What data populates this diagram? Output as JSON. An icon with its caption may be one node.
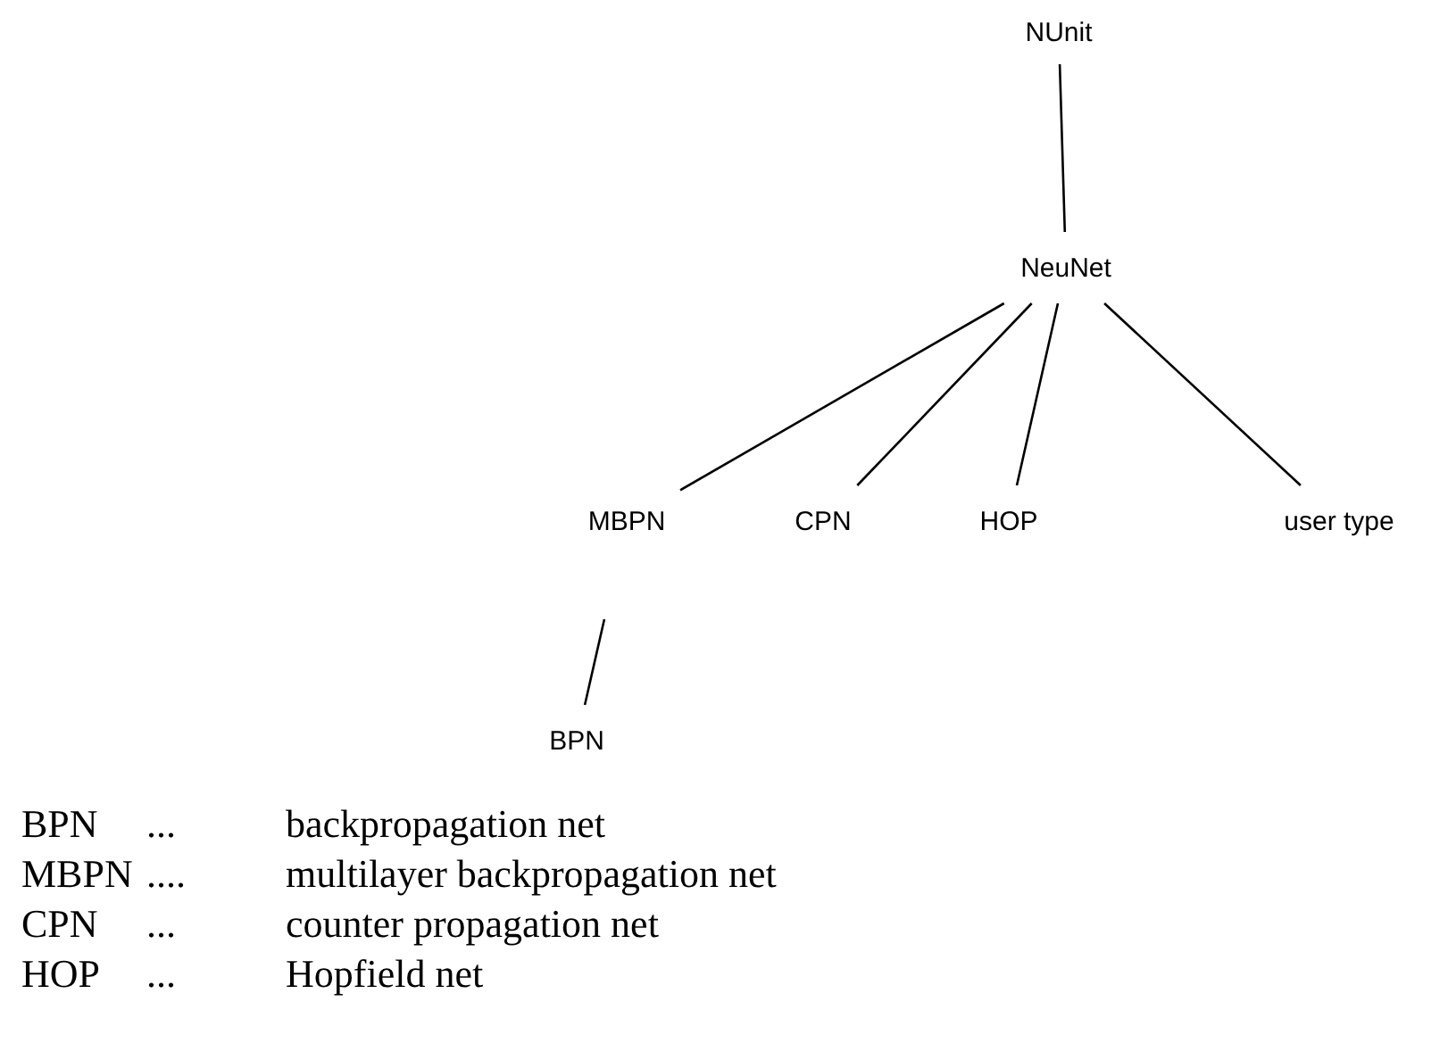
{
  "diagram": {
    "nodes": [
      {
        "text": [
          "NUnit"
        ]
      },
      {
        "text": [
          "NeuNet"
        ]
      },
      {
        "text": [
          "MBPN"
        ]
      },
      {
        "text": [
          "CPN"
        ]
      },
      {
        "text": [
          "HOP"
        ]
      },
      {
        "text": [
          "user type"
        ]
      },
      {
        "text": [
          "BPN"
        ]
      }
    ],
    "edges": [
      {
        "from": 0,
        "to": 1,
        "arrow": "none"
      },
      {
        "from": 1,
        "to": 2,
        "arrow": "none"
      },
      {
        "from": 1,
        "to": 3,
        "arrow": "none"
      },
      {
        "from": 1,
        "to": 4,
        "arrow": "none"
      },
      {
        "from": 1,
        "to": 5,
        "arrow": "none"
      },
      {
        "from": 2,
        "to": 6,
        "arrow": "none"
      }
    ],
    "labels": [
      "BPN",
      "...",
      "backpropagation net",
      "MBPN",
      "....",
      "multilayer backpropagation net",
      "CPN",
      "...",
      "counter propagation net",
      "HOP",
      "...",
      "Hopfield net"
    ]
  }
}
